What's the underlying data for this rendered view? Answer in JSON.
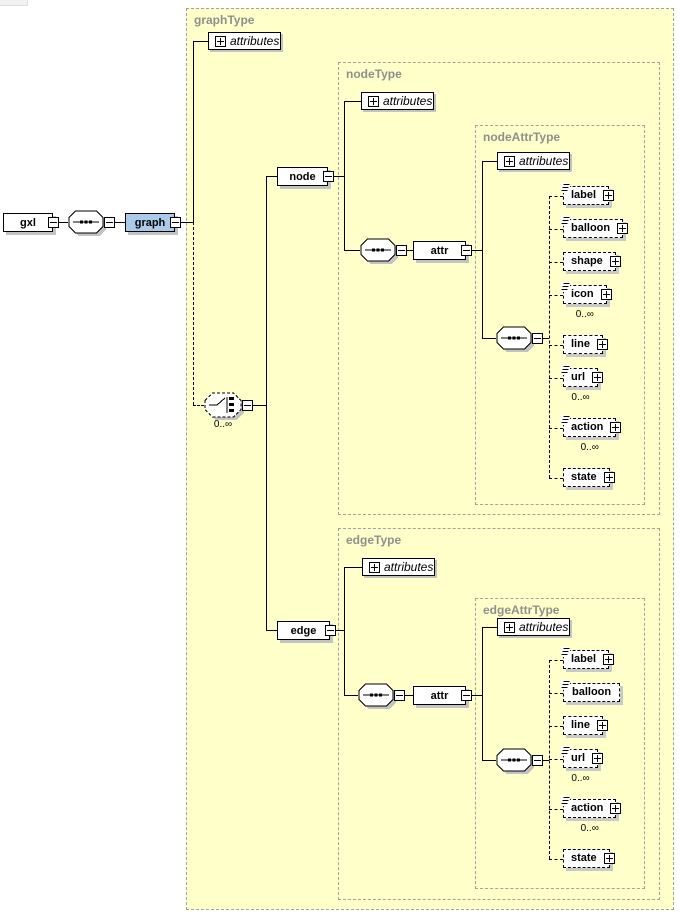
{
  "root": {
    "gxl_label": "gxl",
    "graph_label": "graph"
  },
  "regions": {
    "graphType": {
      "title": "graphType",
      "attributes_label": "attributes",
      "choice_occurs": "0..∞"
    },
    "nodeType": {
      "title": "nodeType",
      "attributes_label": "attributes"
    },
    "nodeAttrType": {
      "title": "nodeAttrType",
      "attributes_label": "attributes"
    },
    "edgeType": {
      "title": "edgeType",
      "attributes_label": "attributes"
    },
    "edgeAttrType": {
      "title": "edgeAttrType",
      "attributes_label": "attributes"
    }
  },
  "elements": {
    "node_label": "node",
    "edge_label": "edge",
    "node_attr_label": "attr",
    "edge_attr_label": "attr"
  },
  "node_attr_children": [
    {
      "label": "label",
      "occurs": ""
    },
    {
      "label": "balloon",
      "occurs": ""
    },
    {
      "label": "shape",
      "occurs": ""
    },
    {
      "label": "icon",
      "occurs": "0..∞"
    },
    {
      "label": "line",
      "occurs": ""
    },
    {
      "label": "url",
      "occurs": "0..∞"
    },
    {
      "label": "action",
      "occurs": "0..∞"
    },
    {
      "label": "state",
      "occurs": ""
    }
  ],
  "edge_attr_children": [
    {
      "label": "label",
      "occurs": ""
    },
    {
      "label": "balloon",
      "occurs": ""
    },
    {
      "label": "line",
      "occurs": ""
    },
    {
      "label": "url",
      "occurs": "0..∞"
    },
    {
      "label": "action",
      "occurs": "0..∞"
    },
    {
      "label": "state",
      "occurs": ""
    }
  ],
  "colors": {
    "selection_fill": "#a9cae8",
    "region_fill": "#ffffc9",
    "region_border": "#a2a2a2",
    "shadow": "#c3c3c3"
  }
}
